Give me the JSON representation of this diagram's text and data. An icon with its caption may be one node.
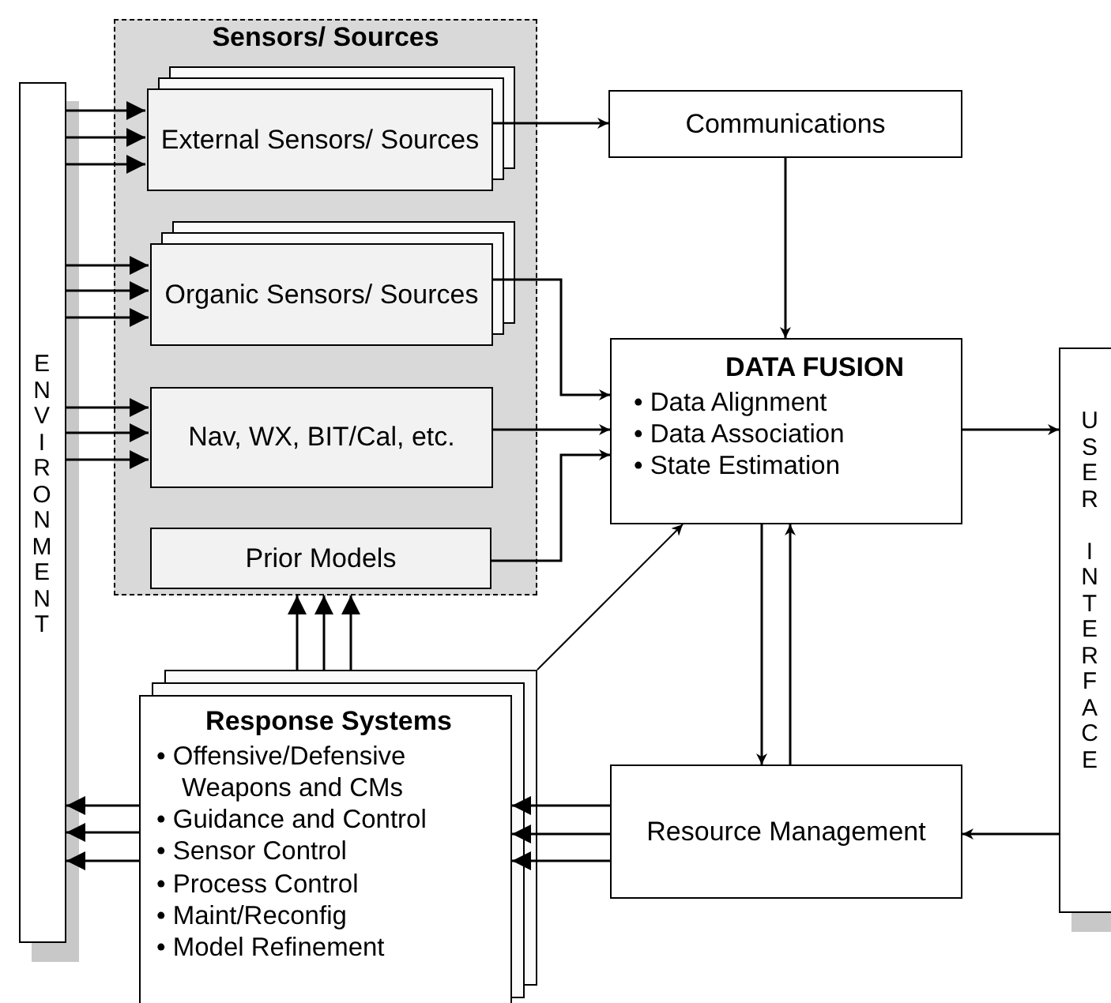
{
  "diagram": {
    "nodes": [
      {
        "text": [
          "Sensors/ Sources"
        ]
      },
      {
        "text": [
          "External Sensors/ Sources"
        ],
        "in": 0
      },
      {
        "text": [
          "Organic Sensors/ Sources"
        ],
        "in": 0
      },
      {
        "text": [
          "Nav, WX, BIT/Cal, etc."
        ],
        "in": 0
      },
      {
        "text": [
          "Prior Models"
        ],
        "in": 0
      },
      {
        "text": [
          "Communications"
        ]
      },
      {
        "text": [
          "DATA FUSION",
          "• Data Alignment",
          "• Data Association",
          "• State Estimation"
        ]
      },
      {
        "text": [
          "USER INTERFACE"
        ]
      },
      {
        "text": [
          "ENVIRONMENT"
        ]
      },
      {
        "text": [
          "Response Systems",
          "• Offensive/Defensive Weapons and CMs",
          "• Guidance and Control",
          "• Sensor Control",
          "• Process Control",
          "• Maint/Reconfig",
          "• Model Refinement"
        ]
      },
      {
        "text": [
          "Resource Management"
        ]
      }
    ],
    "edges": [
      {
        "from": 8,
        "to": 1,
        "arrow": "to"
      },
      {
        "from": 8,
        "to": 1,
        "arrow": "to"
      },
      {
        "from": 8,
        "to": 1,
        "arrow": "to"
      },
      {
        "from": 8,
        "to": 2,
        "arrow": "to"
      },
      {
        "from": 8,
        "to": 2,
        "arrow": "to"
      },
      {
        "from": 8,
        "to": 2,
        "arrow": "to"
      },
      {
        "from": 8,
        "to": 3,
        "arrow": "to"
      },
      {
        "from": 8,
        "to": 3,
        "arrow": "to"
      },
      {
        "from": 8,
        "to": 3,
        "arrow": "to"
      },
      {
        "from": 1,
        "to": 5,
        "arrow": "to"
      },
      {
        "from": 5,
        "to": 6,
        "arrow": "to"
      },
      {
        "from": 2,
        "to": 6,
        "arrow": "to"
      },
      {
        "from": 3,
        "to": 6,
        "arrow": "to"
      },
      {
        "from": 4,
        "to": 6,
        "arrow": "to"
      },
      {
        "from": 6,
        "to": 7,
        "arrow": "to"
      },
      {
        "from": 6,
        "to": 10,
        "arrow": "to"
      },
      {
        "from": 10,
        "to": 6,
        "arrow": "to"
      },
      {
        "from": 7,
        "to": 10,
        "arrow": "to"
      },
      {
        "from": 10,
        "to": 9,
        "arrow": "to"
      },
      {
        "from": 10,
        "to": 9,
        "arrow": "to"
      },
      {
        "from": 10,
        "to": 9,
        "arrow": "to"
      },
      {
        "from": 9,
        "to": 8,
        "arrow": "to"
      },
      {
        "from": 9,
        "to": 8,
        "arrow": "to"
      },
      {
        "from": 9,
        "to": 8,
        "arrow": "to"
      },
      {
        "from": 9,
        "to": 0,
        "arrow": "to"
      },
      {
        "from": 9,
        "to": 0,
        "arrow": "to"
      },
      {
        "from": 9,
        "to": 0,
        "arrow": "to"
      },
      {
        "from": 9,
        "to": 6,
        "arrow": "to"
      }
    ]
  }
}
